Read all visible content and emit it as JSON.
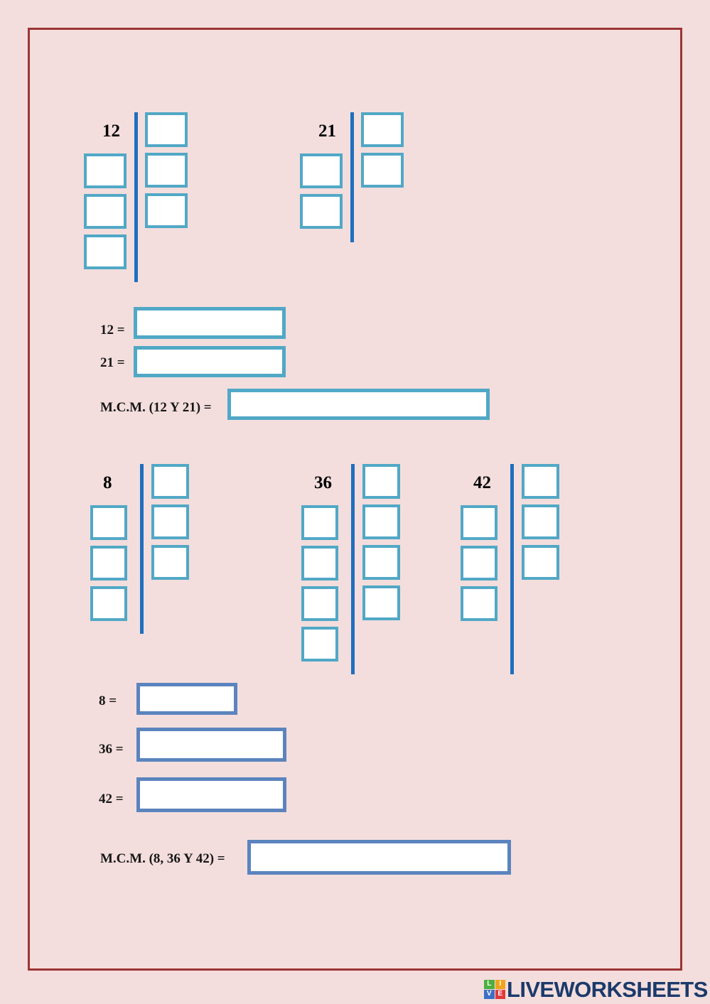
{
  "page": {
    "background_color": "#f3dedd",
    "frame_color": "#9d3535"
  },
  "colors": {
    "teal_border": "#51a8c6",
    "steel_border": "#5b84be",
    "divider_blue": "#1f6fbe",
    "text": "#161616"
  },
  "exercises": [
    {
      "id": "exercise-1",
      "trees": [
        {
          "number": "12",
          "left_cells": 3,
          "right_cells": 3,
          "cell_style": "teal"
        },
        {
          "number": "21",
          "left_cells": 2,
          "right_cells": 2,
          "cell_style": "teal"
        }
      ],
      "answers": [
        {
          "label": "12 =",
          "value": "",
          "placeholder": "",
          "style": "teal"
        },
        {
          "label": "21 =",
          "value": "",
          "placeholder": "",
          "style": "teal"
        },
        {
          "label": "M.C.M. (12 Y 21) =",
          "value": "",
          "placeholder": "",
          "style": "teal"
        }
      ]
    },
    {
      "id": "exercise-2",
      "trees": [
        {
          "number": "8",
          "left_cells": 3,
          "right_cells": 3,
          "cell_style": "teal"
        },
        {
          "number": "36",
          "left_cells": 4,
          "right_cells": 4,
          "cell_style": "teal"
        },
        {
          "number": "42",
          "left_cells": 3,
          "right_cells": 3,
          "cell_style": "teal"
        }
      ],
      "answers": [
        {
          "label": "8 =",
          "value": "",
          "placeholder": "",
          "style": "steel"
        },
        {
          "label": "36 =",
          "value": "",
          "placeholder": "",
          "style": "steel"
        },
        {
          "label": "42  =",
          "value": "",
          "placeholder": "",
          "style": "steel"
        },
        {
          "label": "M.C.M. (8, 36 Y 42) =",
          "value": "",
          "placeholder": "",
          "style": "steel"
        }
      ]
    }
  ],
  "footer": {
    "logo_letters": [
      "L",
      "I",
      "V",
      "E"
    ],
    "logo_colors": [
      "#4caf3f",
      "#f0a31c",
      "#3d6fc4",
      "#e03a3a"
    ],
    "brand_text": "LIVEWORKSHEETS"
  }
}
